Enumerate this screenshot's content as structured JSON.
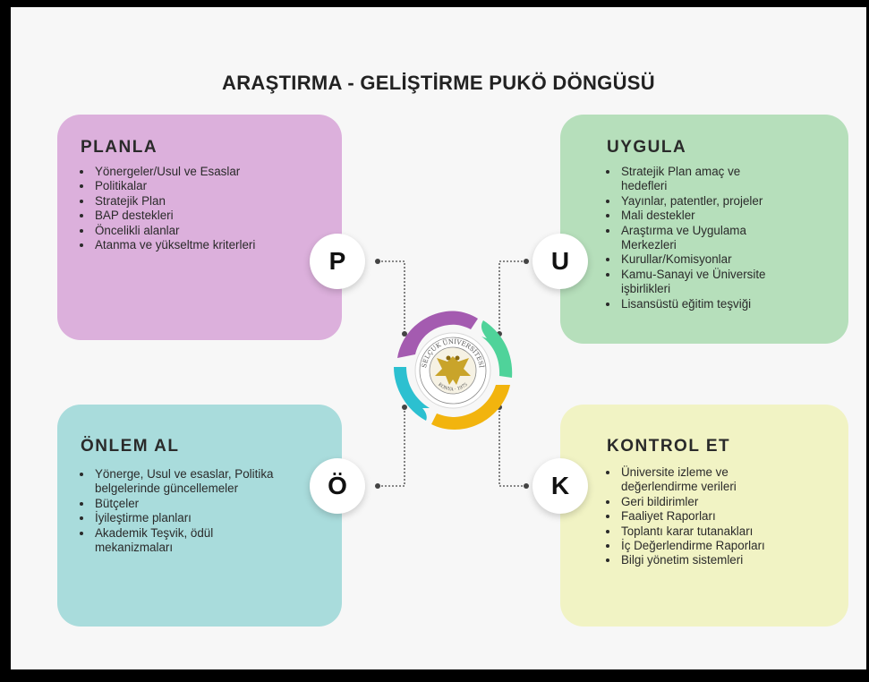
{
  "title": "ARAŞTIRMA - GELİŞTİRME PUKÖ DÖNGÜSÜ",
  "colors": {
    "planla": "#dcb0dc",
    "uygula": "#b6dfbb",
    "onlem": "#a9dcdc",
    "kontrol": "#f1f3c4",
    "cycle_purple": "#a45bb0",
    "cycle_green": "#4fd39a",
    "cycle_teal": "#2cc0d0",
    "cycle_yellow": "#f2b40e"
  },
  "cards": {
    "planla": {
      "heading": "PLANLA",
      "items": [
        "Yönergeler/Usul ve Esaslar",
        "Politikalar",
        "Stratejik Plan",
        "BAP destekleri",
        "Öncelikli alanlar",
        "Atanma ve yükseltme kriterleri"
      ]
    },
    "uygula": {
      "heading": "UYGULA",
      "items": [
        "Stratejik Plan amaç ve hedefleri",
        "Yayınlar, patentler, projeler",
        "Mali destekler",
        "Araştırma ve Uygulama Merkezleri",
        "Kurullar/Komisyonlar",
        "Kamu-Sanayi ve Üniversite işbirlikleri",
        "Lisansüstü eğitim teşviği"
      ]
    },
    "onlem": {
      "heading": "ÖNLEM AL",
      "items": [
        "Yönerge, Usul ve esaslar, Politika belgelerinde güncellemeler",
        "Bütçeler",
        "İyileştirme planları",
        "Akademik Teşvik, ödül mekanizmaları"
      ]
    },
    "kontrol": {
      "heading": "KONTROL ET",
      "items": [
        "Üniversite izleme ve değerlendirme verileri",
        "Geri bildirimler",
        "Faaliyet Raporları",
        "Toplantı karar tutanakları",
        "İç Değerlendirme Raporları",
        "Bilgi yönetim sistemleri"
      ]
    }
  },
  "badges": {
    "p": "P",
    "u": "U",
    "o": "Ö",
    "k": "K"
  },
  "logo": {
    "ring_text": "SELÇUK ÜNİVERSİTESİ",
    "bottom_text": "KONYA · 1975"
  }
}
